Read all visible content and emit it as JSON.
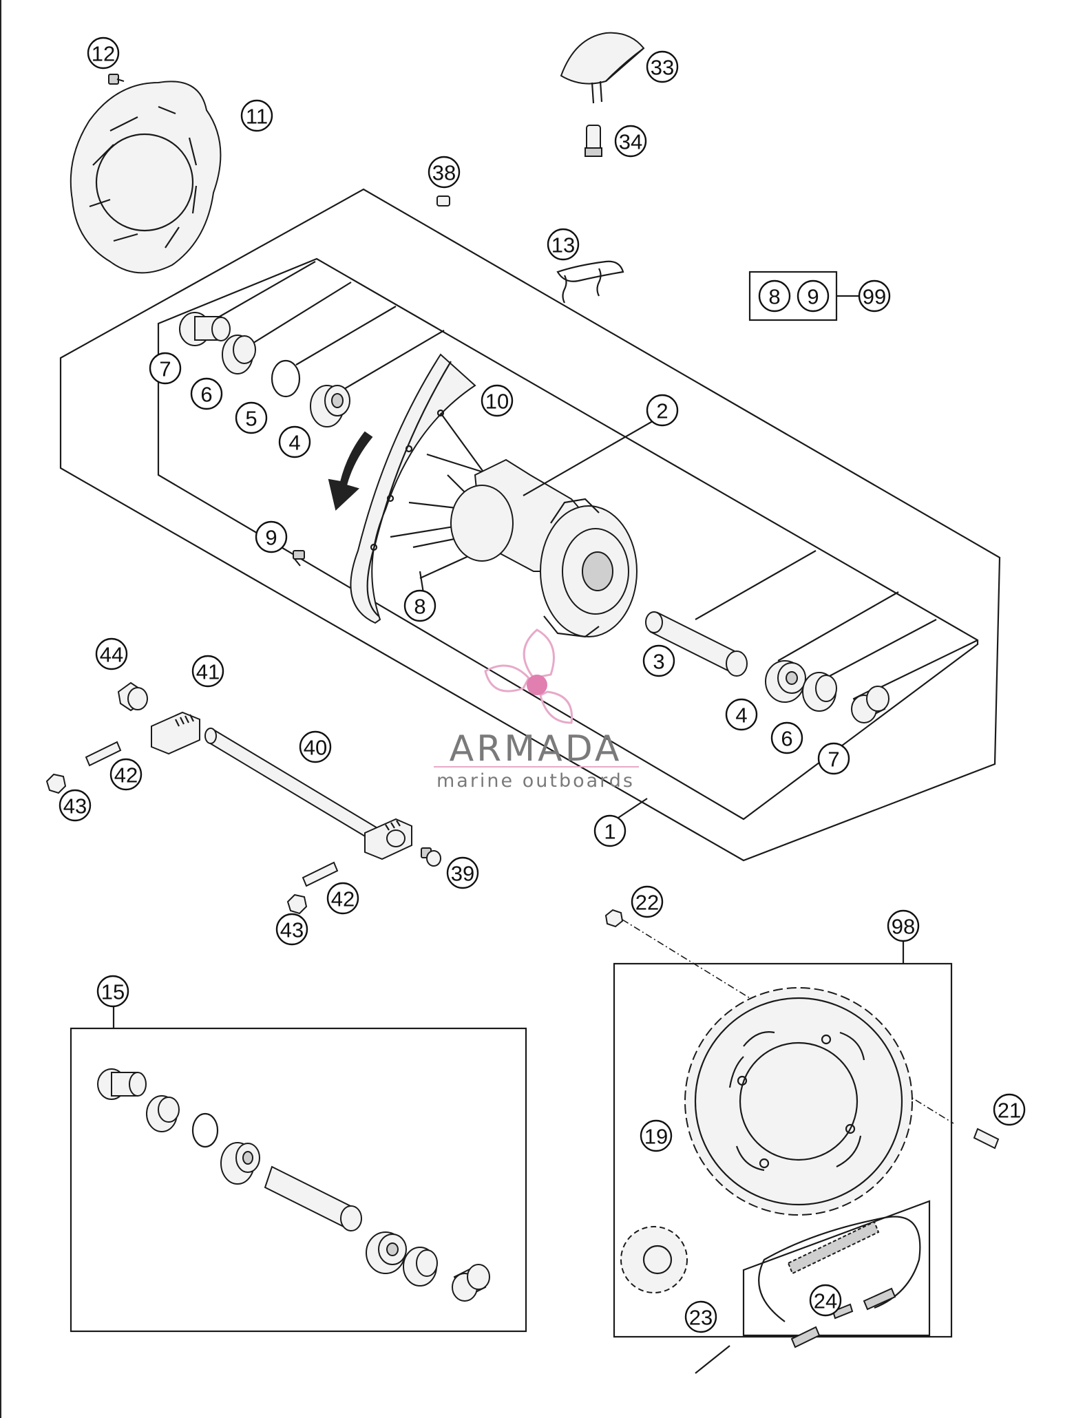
{
  "callouts": [
    {
      "id": "c12",
      "text": "12"
    },
    {
      "id": "c11",
      "text": "11"
    },
    {
      "id": "c33",
      "text": "33"
    },
    {
      "id": "c34",
      "text": "34"
    },
    {
      "id": "c38",
      "text": "38"
    },
    {
      "id": "c13",
      "text": "13"
    },
    {
      "id": "c8a",
      "text": "8"
    },
    {
      "id": "c9a",
      "text": "9"
    },
    {
      "id": "c99",
      "text": "99"
    },
    {
      "id": "c7a",
      "text": "7"
    },
    {
      "id": "c6a",
      "text": "6"
    },
    {
      "id": "c5",
      "text": "5"
    },
    {
      "id": "c4a",
      "text": "4"
    },
    {
      "id": "c10",
      "text": "10"
    },
    {
      "id": "c2",
      "text": "2"
    },
    {
      "id": "c9b",
      "text": "9"
    },
    {
      "id": "c8b",
      "text": "8"
    },
    {
      "id": "c3",
      "text": "3"
    },
    {
      "id": "c4b",
      "text": "4"
    },
    {
      "id": "c6b",
      "text": "6"
    },
    {
      "id": "c7b",
      "text": "7"
    },
    {
      "id": "c1",
      "text": "1"
    },
    {
      "id": "c44",
      "text": "44"
    },
    {
      "id": "c41",
      "text": "41"
    },
    {
      "id": "c40",
      "text": "40"
    },
    {
      "id": "c42a",
      "text": "42"
    },
    {
      "id": "c43a",
      "text": "43"
    },
    {
      "id": "c39",
      "text": "39"
    },
    {
      "id": "c42b",
      "text": "42"
    },
    {
      "id": "c43b",
      "text": "43"
    },
    {
      "id": "c22",
      "text": "22"
    },
    {
      "id": "c98",
      "text": "98"
    },
    {
      "id": "c15",
      "text": "15"
    },
    {
      "id": "c21",
      "text": "21"
    },
    {
      "id": "c19",
      "text": "19"
    },
    {
      "id": "c24",
      "text": "24"
    },
    {
      "id": "c23",
      "text": "23"
    }
  ],
  "watermark": {
    "brand": "ARMADA",
    "tagline": "marine outboards",
    "logo_color": "#e7a9c9",
    "logo_accent": "#e07fb0"
  },
  "colors": {
    "line": "#1a1a1a",
    "part_fill": "#f3f3f3"
  },
  "icons": {
    "rotation_arrow": "curved-direction-arrow-icon",
    "logo": "propeller-logo-icon"
  }
}
